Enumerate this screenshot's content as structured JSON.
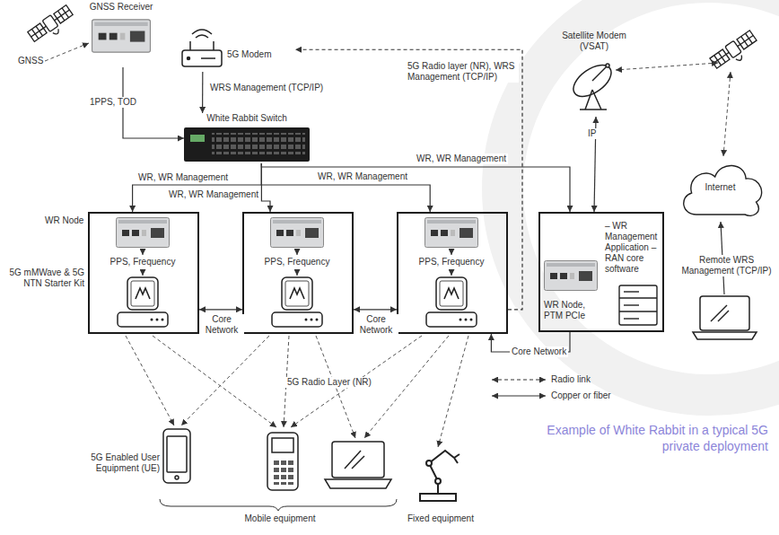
{
  "diagram": {
    "caption": "Example of White Rabbit in a typical 5G private deployment",
    "nodes": [
      {
        "text": [
          "GNSS Receiver"
        ]
      },
      {
        "text": [
          "5G Modem"
        ]
      },
      {
        "text": [
          "White Rabbit Switch"
        ]
      },
      {
        "text": [
          "Satellite Modem (VSAT)"
        ]
      },
      {
        "text": [
          "Internet"
        ]
      },
      {
        "text": [
          "PPS, Frequency"
        ]
      },
      {
        "text": [
          "PPS, Frequency"
        ]
      },
      {
        "text": [
          "PPS, Frequency"
        ]
      },
      {
        "text": [
          "– WR Management Application – RAN core software",
          "WR Node, PTM PCIe"
        ]
      }
    ],
    "edges": [
      {
        "from": 0,
        "to": 2,
        "arrow": "to",
        "label": "1PPS, TOD"
      },
      {
        "from": 1,
        "to": 2,
        "arrow": "to",
        "label": "WRS Management (TCP/IP)"
      },
      {
        "from": 2,
        "to": 5,
        "arrow": "to",
        "label": "WR, WR Management"
      },
      {
        "from": 2,
        "to": 6,
        "arrow": "to",
        "label": "WR, WR Management"
      },
      {
        "from": 2,
        "to": 7,
        "arrow": "to",
        "label": "WR, WR Management"
      },
      {
        "from": 2,
        "to": 8,
        "arrow": "to",
        "label": "WR, WR Management"
      },
      {
        "from": 7,
        "to": 1,
        "arrow": "to",
        "label": "5G Radio layer (NR), WRS Management (TCP/IP)"
      },
      {
        "from": 8,
        "to": 3,
        "arrow": "both",
        "label": "IP"
      },
      {
        "from": 5,
        "to": 6,
        "arrow": "both",
        "label": "Core Network"
      },
      {
        "from": 6,
        "to": 7,
        "arrow": "both",
        "label": "Core Network"
      },
      {
        "from": 8,
        "to": 7,
        "arrow": "to",
        "label": "Core Network"
      }
    ],
    "labels": [
      "GNSS",
      "WR Node",
      "5G mMWave & 5G NTN Starter Kit",
      "5G Radio Layer (NR)",
      "5G Enabled User Equipment (UE)",
      "Mobile equipment",
      "Fixed equipment",
      "Remote WRS Management (TCP/IP)"
    ],
    "legend": [
      {
        "text": "Radio link"
      },
      {
        "text": "Copper or fiber"
      }
    ]
  }
}
